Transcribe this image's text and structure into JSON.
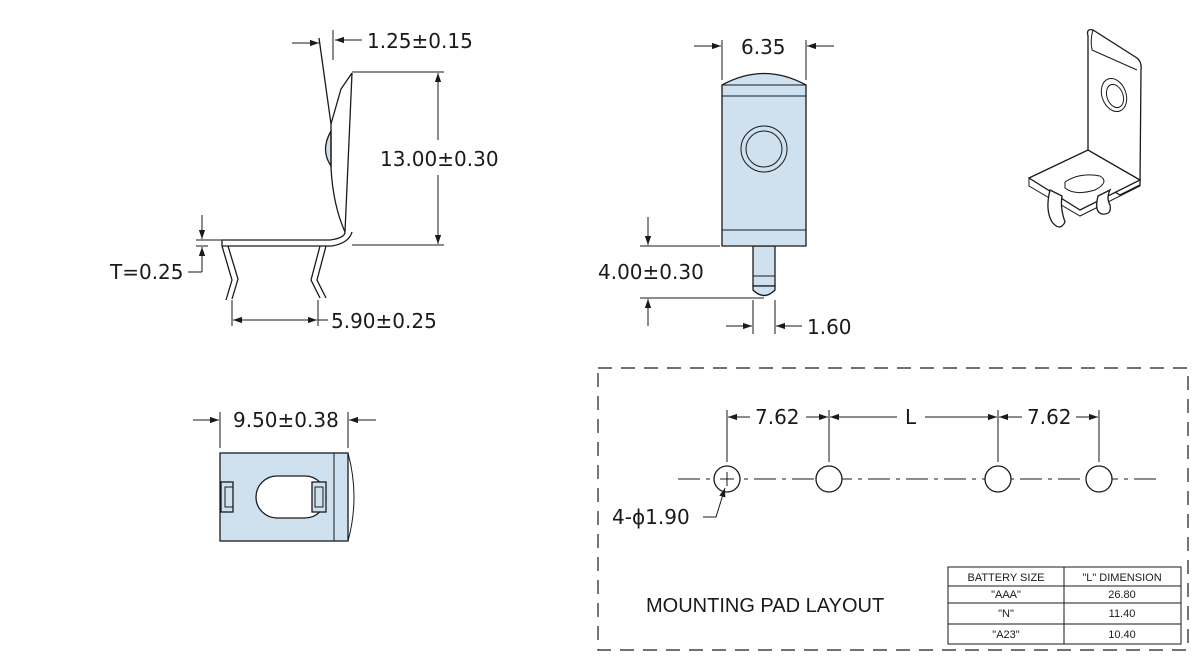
{
  "dimensions": {
    "thickness_top": "1.25±0.15",
    "height": "13.00±0.30",
    "thickness": "T=0.25",
    "leg_spacing": "5.90±0.25",
    "width_front": "6.35",
    "pin_length": "4.00±0.30",
    "pin_width": "1.60",
    "width_bottom": "9.50±0.38"
  },
  "pad_layout": {
    "title": "MOUNTING PAD LAYOUT",
    "pitch_left": "7.62",
    "pitch_center": "L",
    "pitch_right": "7.62",
    "hole_callout": "4-ϕ1.90"
  },
  "table": {
    "headers": [
      "BATTERY SIZE",
      "\"L\" DIMENSION"
    ],
    "rows": [
      [
        "\"AAA\"",
        "26.80"
      ],
      [
        "\"N\"",
        "11.40"
      ],
      [
        "\"A23\"",
        "10.40"
      ]
    ]
  },
  "colors": {
    "part_fill": "#cfe0ef",
    "line": "#1a1a1a"
  }
}
